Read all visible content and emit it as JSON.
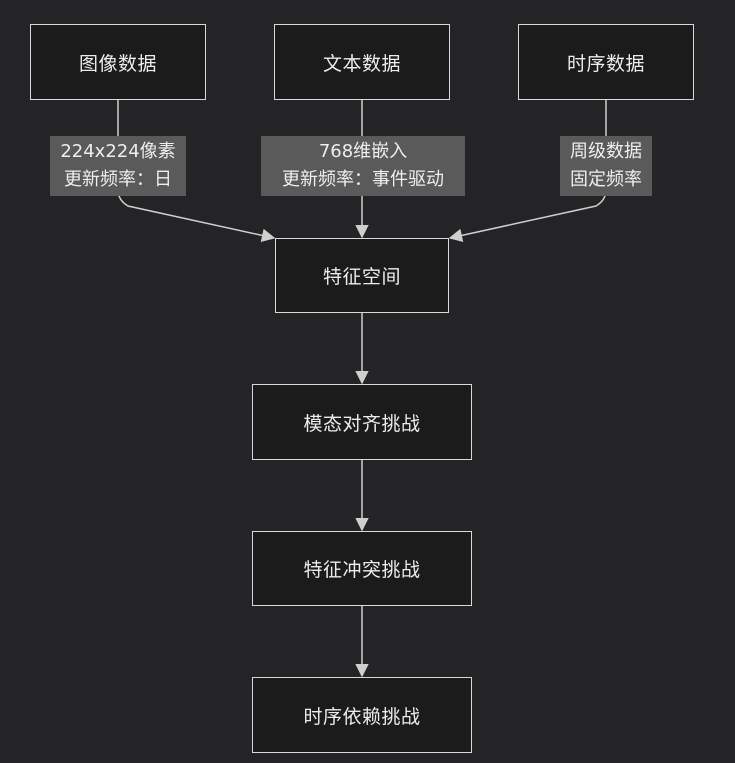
{
  "nodes": {
    "image": "图像数据",
    "text": "文本数据",
    "timeseries": "时序数据",
    "feature_space": "特征空间",
    "modal_alignment": "模态对齐挑战",
    "feature_conflict": "特征冲突挑战",
    "temporal_dependency": "时序依赖挑战"
  },
  "edge_labels": {
    "image": [
      "224x224像素",
      "更新频率：日"
    ],
    "text": [
      "768维嵌入",
      "更新频率：事件驱动"
    ],
    "timeseries": [
      "周级数据",
      "固定频率"
    ]
  },
  "colors": {
    "background": "#242426",
    "node_fill": "#1b1b1c",
    "node_border": "#d9d9d9",
    "edge": "#cfcfcf",
    "label_fill": "#5a5a5b"
  }
}
